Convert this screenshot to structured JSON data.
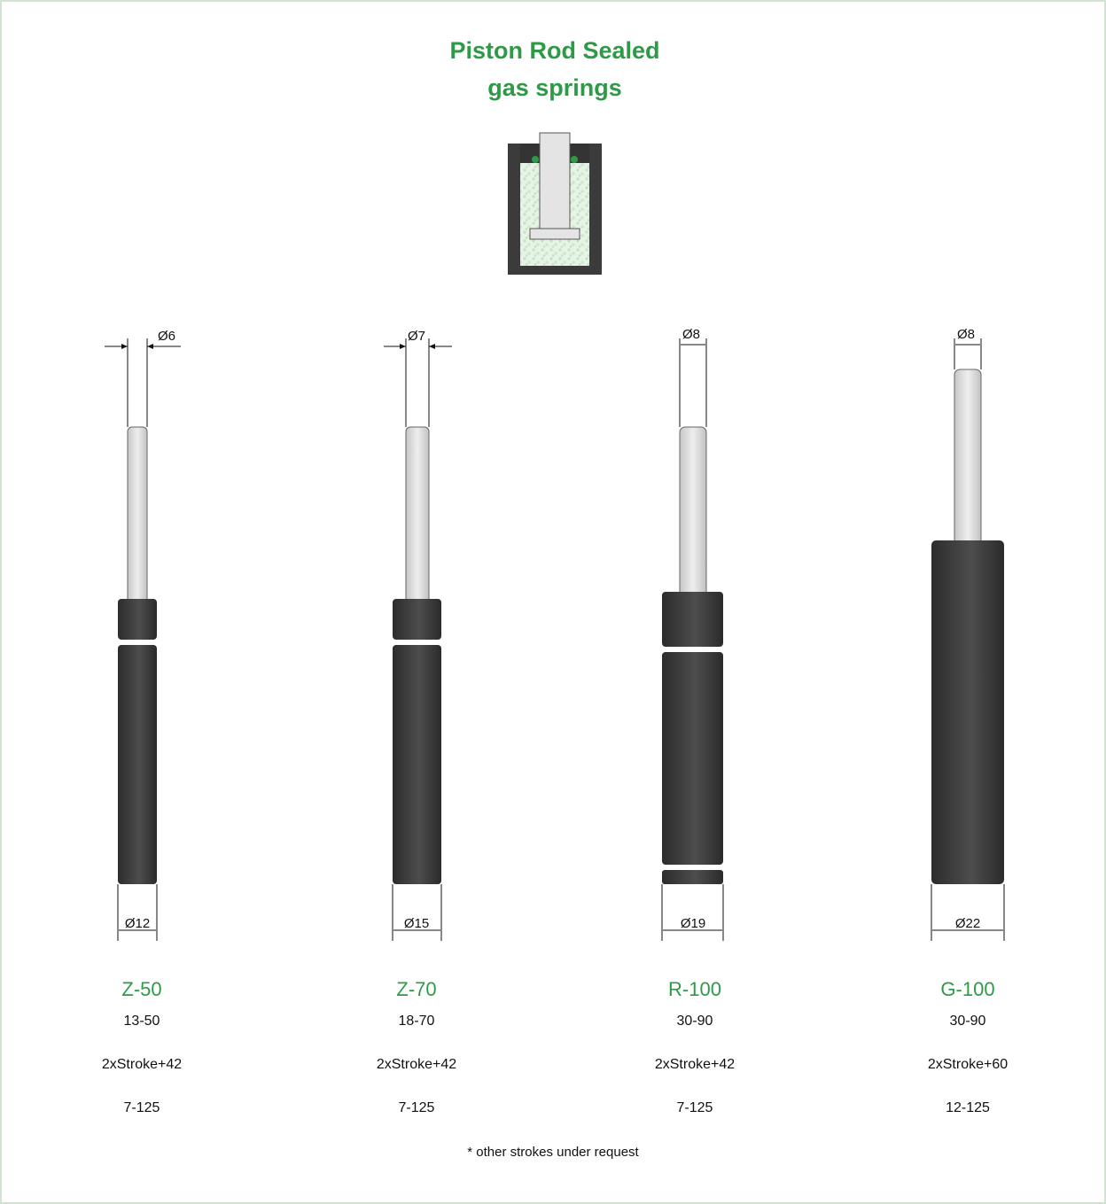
{
  "title": {
    "line1": "Piston Rod Sealed",
    "line2": "gas springs"
  },
  "models": [
    {
      "name": "Z-50",
      "rod_dia": "Ø6",
      "body_dia": "Ø12",
      "force": "13-50",
      "length": "2xStroke+42",
      "stroke": "7-125"
    },
    {
      "name": "Z-70",
      "rod_dia": "Ø7",
      "body_dia": "Ø15",
      "force": "18-70",
      "length": "2xStroke+42",
      "stroke": "7-125"
    },
    {
      "name": "R-100",
      "rod_dia": "Ø8",
      "body_dia": "Ø19",
      "force": "30-90",
      "length": "2xStroke+42",
      "stroke": "7-125"
    },
    {
      "name": "G-100",
      "rod_dia": "Ø8",
      "body_dia": "Ø22",
      "force": "30-90",
      "length": "2xStroke+60",
      "stroke": "12-125"
    }
  ],
  "footnote": "* other strokes under request",
  "colors": {
    "accent": "#2e9a48",
    "body": "#3a3a3a",
    "rod": "#dcdcdc"
  }
}
